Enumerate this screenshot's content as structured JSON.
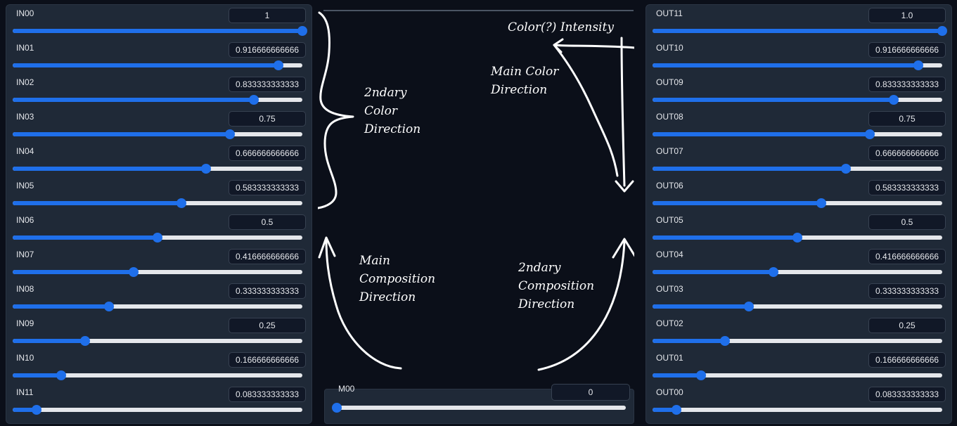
{
  "colors": {
    "accent": "#1f6fea",
    "panel_bg": "#1f2937",
    "page_bg": "#0b0f19",
    "track": "#e5e7eb",
    "annotation": "#ffffff"
  },
  "in_sliders": [
    {
      "label": "IN00",
      "value": "1",
      "fraction": 1.0
    },
    {
      "label": "IN01",
      "value": "0.916666666666",
      "fraction": 0.9167
    },
    {
      "label": "IN02",
      "value": "0.833333333333",
      "fraction": 0.8333
    },
    {
      "label": "IN03",
      "value": "0.75",
      "fraction": 0.75
    },
    {
      "label": "IN04",
      "value": "0.666666666666",
      "fraction": 0.6667
    },
    {
      "label": "IN05",
      "value": "0.583333333333",
      "fraction": 0.5833
    },
    {
      "label": "IN06",
      "value": "0.5",
      "fraction": 0.5
    },
    {
      "label": "IN07",
      "value": "0.416666666666",
      "fraction": 0.4167
    },
    {
      "label": "IN08",
      "value": "0.333333333333",
      "fraction": 0.3333
    },
    {
      "label": "IN09",
      "value": "0.25",
      "fraction": 0.25
    },
    {
      "label": "IN10",
      "value": "0.166666666666",
      "fraction": 0.1667
    },
    {
      "label": "IN11",
      "value": "0.083333333333",
      "fraction": 0.0833
    }
  ],
  "out_sliders": [
    {
      "label": "OUT11",
      "value": "1.0",
      "fraction": 1.0
    },
    {
      "label": "OUT10",
      "value": "0.916666666666",
      "fraction": 0.9167
    },
    {
      "label": "OUT09",
      "value": "0.833333333333",
      "fraction": 0.8333
    },
    {
      "label": "OUT08",
      "value": "0.75",
      "fraction": 0.75
    },
    {
      "label": "OUT07",
      "value": "0.666666666666",
      "fraction": 0.6667
    },
    {
      "label": "OUT06",
      "value": "0.583333333333",
      "fraction": 0.5833
    },
    {
      "label": "OUT05",
      "value": "0.5",
      "fraction": 0.5
    },
    {
      "label": "OUT04",
      "value": "0.416666666666",
      "fraction": 0.4167
    },
    {
      "label": "OUT03",
      "value": "0.333333333333",
      "fraction": 0.3333
    },
    {
      "label": "OUT02",
      "value": "0.25",
      "fraction": 0.25
    },
    {
      "label": "OUT01",
      "value": "0.166666666666",
      "fraction": 0.1667
    },
    {
      "label": "OUT00",
      "value": "0.083333333333",
      "fraction": 0.0833
    }
  ],
  "middle_slider": {
    "label": "M00",
    "value": "0",
    "fraction": 0.0
  },
  "annotations": {
    "color_intensity": "Color(?) Intensity",
    "main_color_1": "Main Color",
    "main_color_2": "Direction",
    "secondary_color_1": "2ndary",
    "secondary_color_2": "Color",
    "secondary_color_3": "Direction",
    "main_comp_1": "Main",
    "main_comp_2": "Composition",
    "main_comp_3": "Direction",
    "secondary_comp_1": "2ndary",
    "secondary_comp_2": "Composition",
    "secondary_comp_3": "Direction"
  }
}
